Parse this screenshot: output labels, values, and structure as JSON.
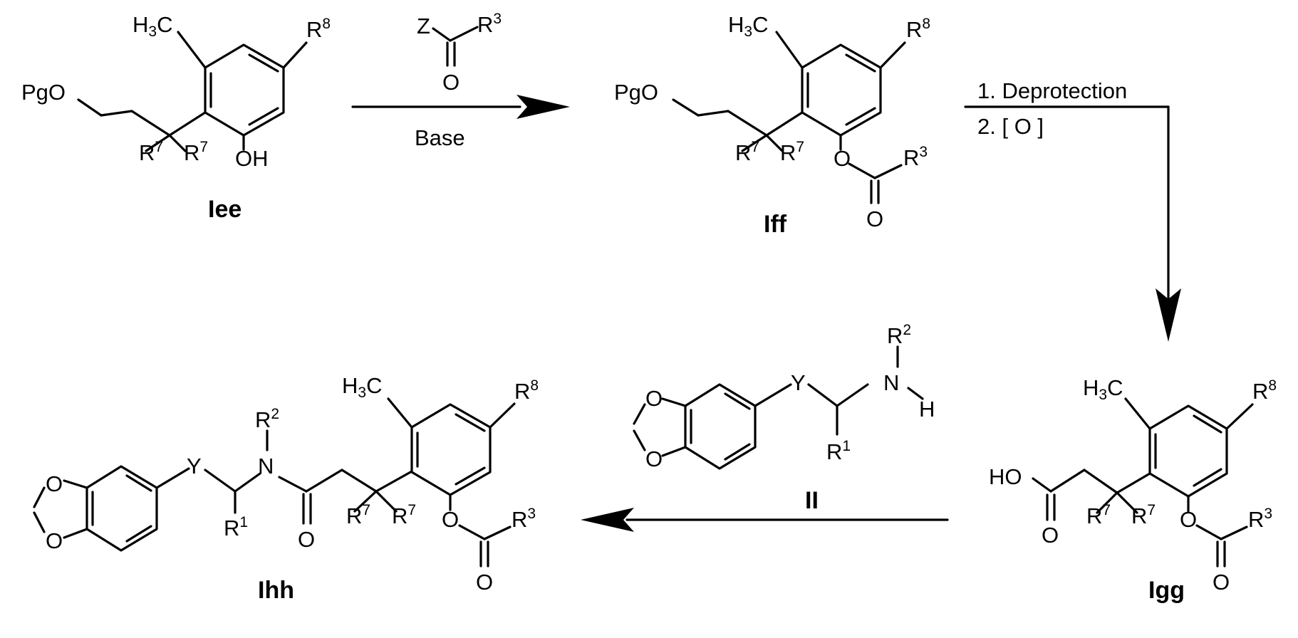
{
  "compounds": {
    "iee": {
      "label": "Iee"
    },
    "iff": {
      "label": "Iff"
    },
    "igg": {
      "label": "Igg"
    },
    "ihh": {
      "label": "Ihh"
    },
    "ii": {
      "label": "II"
    }
  },
  "atoms": {
    "pg_o": "PgO",
    "h3c_h": "H",
    "h3c_3": "3",
    "h3c_c": "C",
    "r": "R",
    "sup3": "3",
    "sup7": "7",
    "sup8": "8",
    "sup1": "1",
    "sup2": "2",
    "oh": "OH",
    "ho": "HO",
    "o": "O",
    "z": "Z",
    "n": "N",
    "h": "H",
    "y": "Y"
  },
  "arrows": {
    "step1": {
      "above": "",
      "below": "Base"
    },
    "step2": {
      "line1": "1. Deprotection",
      "line2": "2.  [ O ]"
    },
    "step3": {
      "above": "",
      "below": "II"
    }
  }
}
